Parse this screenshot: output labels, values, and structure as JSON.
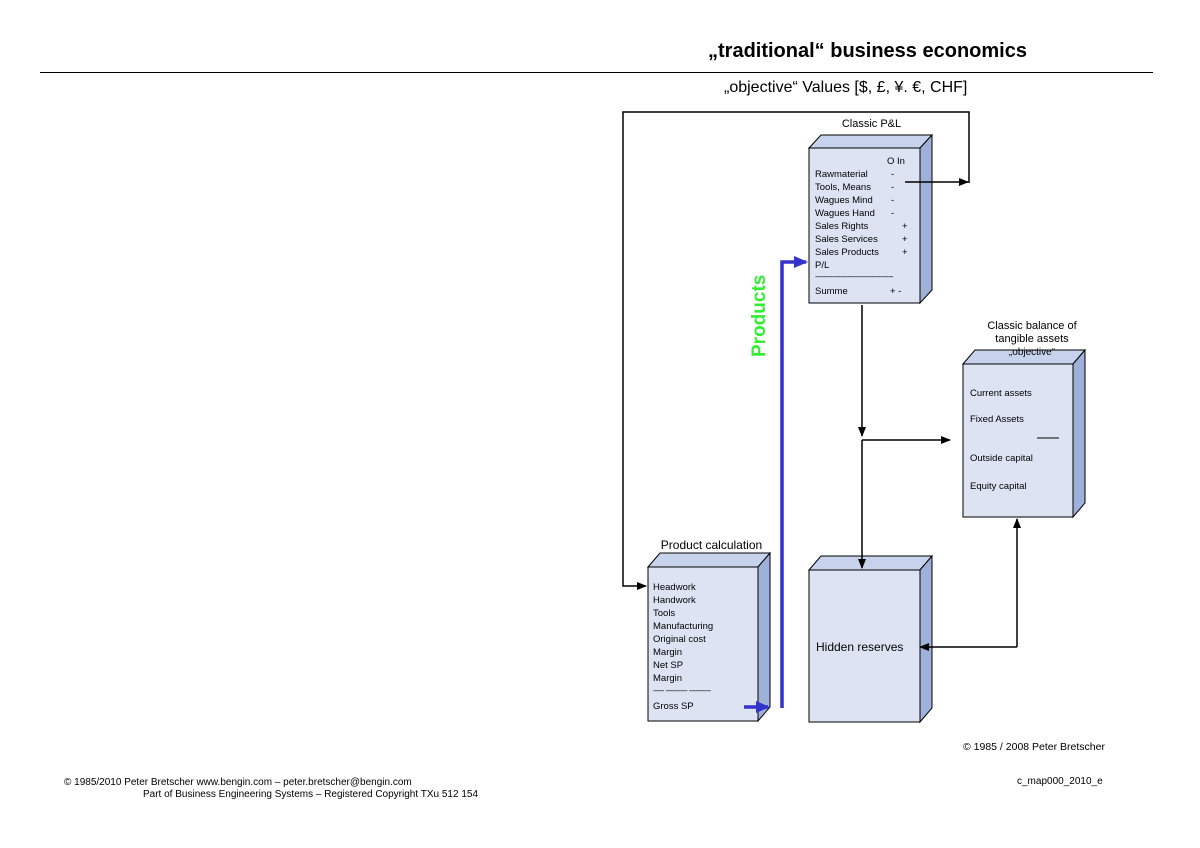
{
  "header": {
    "title": "„traditional“ business economics",
    "subtitle": "„objective“ Values [$, £, ¥. €, CHF]"
  },
  "pl": {
    "title": "Classic P&L",
    "col_header": "O  In",
    "rows": [
      {
        "label": "Rawmaterial",
        "sign": "-"
      },
      {
        "label": "Tools, Means",
        "sign": "-"
      },
      {
        "label": "Wagues Mind",
        "sign": "-"
      },
      {
        "label": "Wagues Hand",
        "sign": "-"
      },
      {
        "label": "Sales Rights",
        "sign": "+"
      },
      {
        "label": "Sales Services",
        "sign": "+"
      },
      {
        "label": "Sales Products",
        "sign": "+"
      },
      {
        "label": "P/L",
        "sign": ""
      }
    ],
    "divider": "------------------------------------",
    "total_label": "Summe",
    "total_sign": "+  -"
  },
  "balance": {
    "title_line1": "Classic balance of",
    "title_line2": "tangible assets",
    "title_line3": "„objective“",
    "rows": [
      "Current assets",
      "Fixed Assets",
      "Outside capital",
      "Equity capital"
    ]
  },
  "calc": {
    "title": "Product calculation",
    "rows": [
      "Headwork",
      "Handwork",
      "Tools",
      "Manufacturing",
      "Original cost",
      "Margin",
      "Net SP",
      "Margin"
    ],
    "divider": "----- ---------- ----------",
    "total": "Gross SP"
  },
  "reserves": {
    "label": "Hidden reserves"
  },
  "flow": {
    "products_label": "Products"
  },
  "footer": {
    "copyright_right": "© 1985 / 2008 Peter Bretscher",
    "copyright_line1": "© 1985/2010   Peter Bretscher www.bengin.com – peter.bretscher@bengin.com",
    "copyright_line2": "Part of Business Engineering Systems – Registered Copyright TXu 512 154",
    "doc_id": "c_map000_2010_e"
  },
  "colors": {
    "box_face": "#dde3f3",
    "box_side": "#9fb1d8",
    "box_top": "#c7d2ec",
    "products_arrow": "#3333cc",
    "products_label": "#33ee33"
  }
}
